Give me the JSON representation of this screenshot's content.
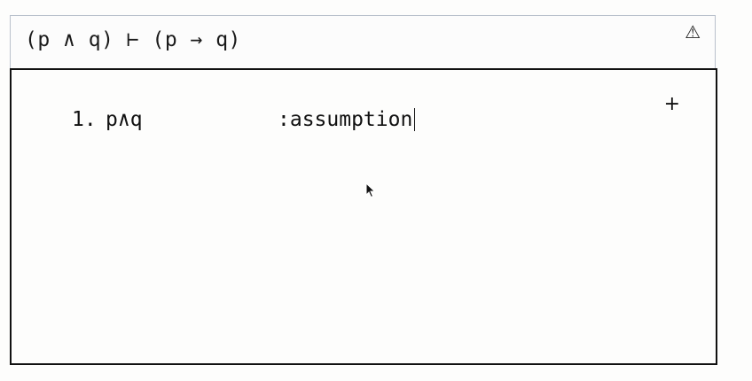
{
  "header": {
    "goal": "(p ∧ q) ⊢ (p → q)",
    "warning_icon": "warning-triangle-icon"
  },
  "proof": {
    "lines": [
      {
        "number": "1.",
        "formula": "p∧q",
        "justification": ":assumption"
      }
    ],
    "add_icon": "plus-icon"
  }
}
